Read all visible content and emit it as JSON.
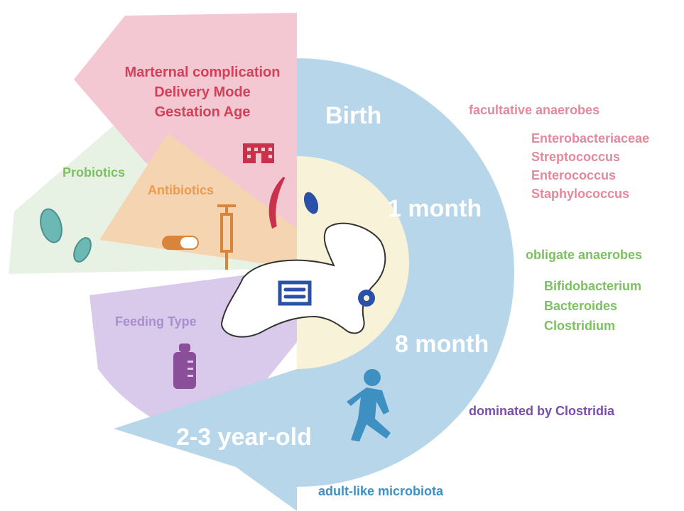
{
  "colors": {
    "timeline_blue": "#b7d6ea",
    "inner_cream": "#f8f2d9",
    "maternal_pink": "#f3c8d2",
    "probiotics_green": "#e8f2e4",
    "antibiotics_orange": "#f5d4b2",
    "feeding_purple": "#d9c9ea",
    "pink_text": "#e4889c",
    "red_text": "#d2405a",
    "green_text": "#7cc061",
    "orange_text": "#ef9a4a",
    "purple_text": "#a98fcd",
    "dark_purple_text": "#7a4bb0",
    "blue_text": "#3e8fc2"
  },
  "factors": {
    "maternal": [
      "Marternal complication",
      "Delivery Mode",
      "Gestation Age"
    ],
    "probiotics": "Probiotics",
    "antibiotics": "Antibiotics",
    "feeding": "Feeding Type"
  },
  "timeline": {
    "birth": "Birth",
    "one_month": "1 month",
    "eight_month": "8 month",
    "toddler": "2-3 year-old"
  },
  "microbiota": {
    "facultative_title": "facultative anaerobes",
    "facultative_list": [
      "Enterobacteriaceae",
      "Streptococcus",
      "Enterococcus",
      "Staphylococcus"
    ],
    "obligate_title": "obligate anaerobes",
    "obligate_list": [
      "Bifidobacterium",
      "Bacteroides",
      "Clostridium"
    ],
    "clostridia": "dominated by Clostridia",
    "adult": "adult-like microbiota"
  },
  "icons": [
    "hospital-icon",
    "scalpel-icon",
    "syringe-icon",
    "pill-icon",
    "bacteria-icon",
    "bottle-icon",
    "baby-icon",
    "intestine-icon",
    "child-running-icon"
  ]
}
